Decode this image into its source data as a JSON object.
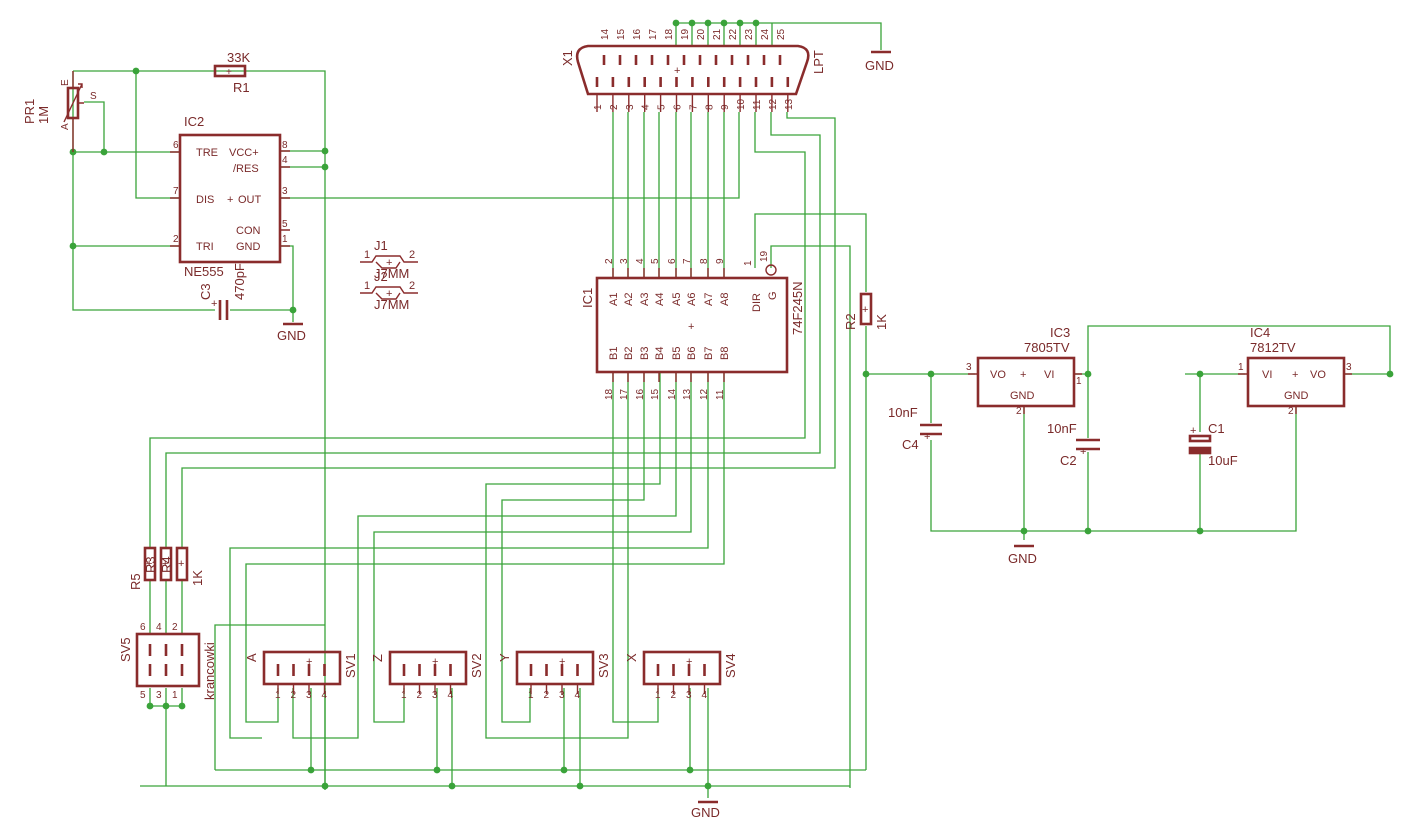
{
  "colors": {
    "wire": "#3aa33a",
    "component": "#8a2c2c",
    "text": "#7a2a2a",
    "background": "#ffffff"
  },
  "labels": {
    "pr1_name": "PR1",
    "pr1_value": "1M",
    "pr1_e": "E",
    "pr1_s": "S",
    "pr1_a": "A",
    "r1_value": "33K",
    "r1_name": "R1",
    "ic2_name": "IC2",
    "ic2_part": "NE555",
    "ic2_tre": "TRE",
    "ic2_vcc": "VCC+",
    "ic2_res": "/RES",
    "ic2_dis": "DIS",
    "ic2_out": "OUT",
    "ic2_con": "CON",
    "ic2_tri": "TRI",
    "ic2_gnd": "GND",
    "c3_name": "C3",
    "c3_value": "470pF",
    "gnd": "GND",
    "j1_name": "J1",
    "j2_name": "J2",
    "j_part": "J7MM",
    "x1_name": "X1",
    "x1_part": "LPT",
    "ic1_name": "IC1",
    "ic1_part": "74F245N",
    "ic1_a": [
      "A1",
      "A2",
      "A3",
      "A4",
      "A5",
      "A6",
      "A7",
      "A8"
    ],
    "ic1_b": [
      "B1",
      "B2",
      "B3",
      "B4",
      "B5",
      "B6",
      "B7",
      "B8"
    ],
    "ic1_dir": "DIR",
    "ic1_g": "G",
    "r2_name": "R2",
    "r2_value": "1K",
    "ic3_name": "IC3",
    "ic3_part": "7805TV",
    "ic4_name": "IC4",
    "ic4_part": "7812TV",
    "reg_vo": "VO",
    "reg_vi": "VI",
    "reg_gnd": "GND",
    "c4_name": "C4",
    "c4_value": "10nF",
    "c2_name": "C2",
    "c2_value": "10nF",
    "c1_name": "C1",
    "c1_value": "10uF",
    "r5_name": "R5",
    "r3_name": "R3",
    "r4_name": "R4",
    "r_value": "1K",
    "sv5_name": "SV5",
    "sv5_label": "krancowki",
    "sv1_name": "SV1",
    "sv1_axis": "A",
    "sv2_name": "SV2",
    "sv2_axis": "Z",
    "sv3_name": "SV3",
    "sv3_axis": "Y",
    "sv4_name": "SV4",
    "sv4_axis": "X"
  },
  "pins": {
    "lpt_top": [
      "14",
      "15",
      "16",
      "17",
      "18",
      "19",
      "20",
      "21",
      "22",
      "23",
      "24",
      "25"
    ],
    "lpt_bottom": [
      "1",
      "2",
      "3",
      "4",
      "5",
      "6",
      "7",
      "8",
      "9",
      "10",
      "11",
      "12",
      "13"
    ],
    "ic1_top": [
      "2",
      "3",
      "4",
      "5",
      "6",
      "7",
      "8",
      "9"
    ],
    "ic1_bottom": [
      "18",
      "17",
      "16",
      "15",
      "14",
      "13",
      "12",
      "11"
    ],
    "ic1_dir": "1",
    "ic1_g": "19",
    "ic2_left": [
      "6",
      "7",
      "2"
    ],
    "ic2_right": [
      "8",
      "4",
      "3",
      "5",
      "1"
    ],
    "j": [
      "1",
      "2"
    ],
    "reg_in": "1",
    "reg_gnd": "2",
    "reg_out": "3",
    "sv": [
      "1",
      "2",
      "3",
      "4"
    ],
    "sv5_top": [
      "6",
      "4",
      "2"
    ],
    "sv5_bottom": [
      "5",
      "3",
      "1"
    ]
  }
}
